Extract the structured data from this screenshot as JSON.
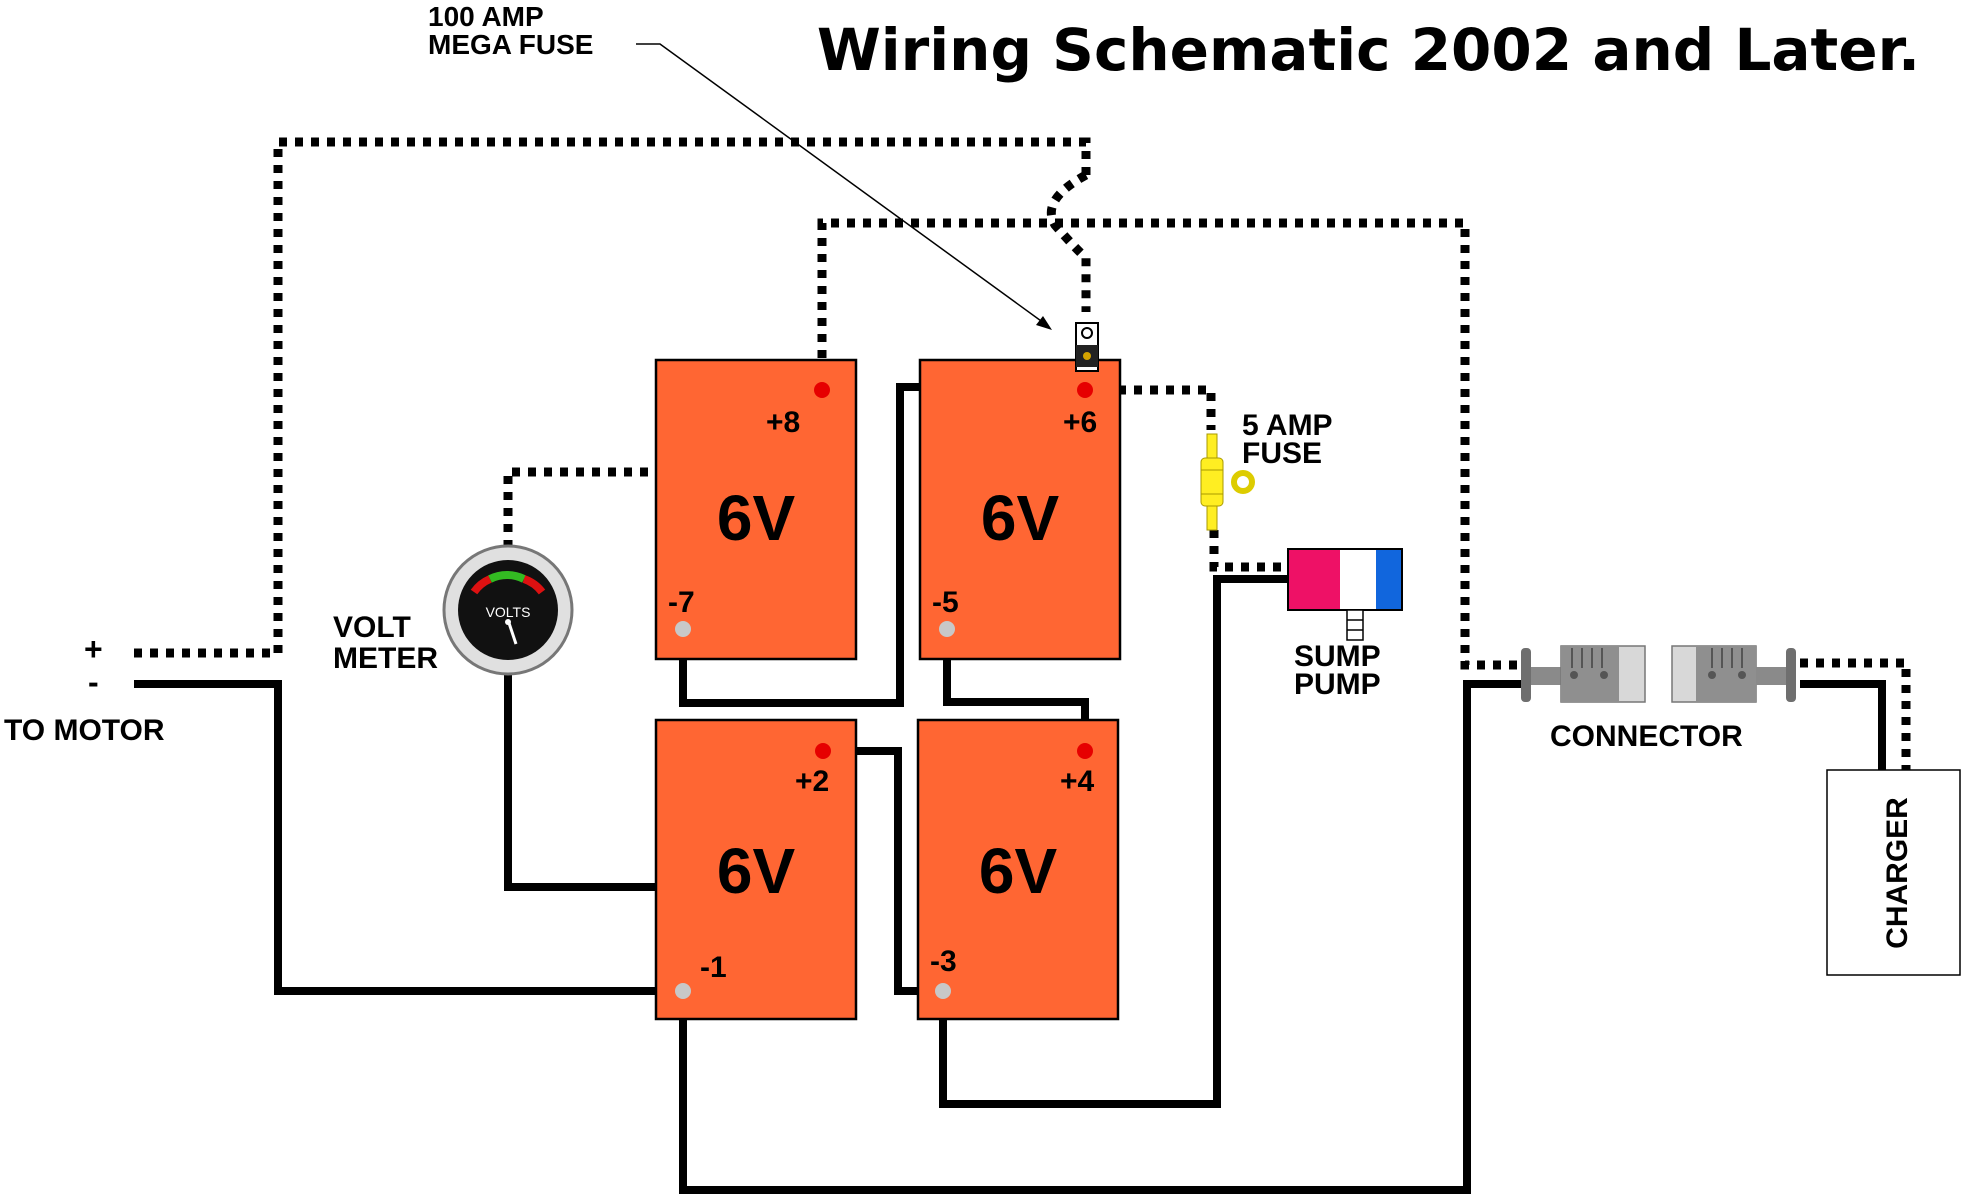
{
  "title": "Wiring Schematic 2002 and Later.",
  "labels": {
    "mega_fuse_line1": "100 AMP",
    "mega_fuse_line2": "MEGA FUSE",
    "small_fuse_line1": "5 AMP",
    "small_fuse_line2": "FUSE",
    "sump_pump_line1": "SUMP",
    "sump_pump_line2": "PUMP",
    "volt_meter_line1": "VOLT",
    "volt_meter_line2": "METER",
    "gauge_face": "VOLTS",
    "motor_plus": "+",
    "motor_minus": "-",
    "to_motor": "TO MOTOR",
    "connector": "CONNECTOR",
    "charger": "CHARGER"
  },
  "batteries": [
    {
      "voltage": "6V",
      "pos_terminal": "+8",
      "neg_terminal": "-7"
    },
    {
      "voltage": "6V",
      "pos_terminal": "+6",
      "neg_terminal": "-5"
    },
    {
      "voltage": "6V",
      "pos_terminal": "+2",
      "neg_terminal": "-1"
    },
    {
      "voltage": "6V",
      "pos_terminal": "+4",
      "neg_terminal": "-3"
    }
  ],
  "colors": {
    "battery": "#ff6633",
    "positive_terminal": "#e60000",
    "negative_terminal": "#c8c8c8",
    "fuse_small": "#ffee22",
    "pump_left": "#ee1166",
    "pump_right": "#1166dd"
  }
}
